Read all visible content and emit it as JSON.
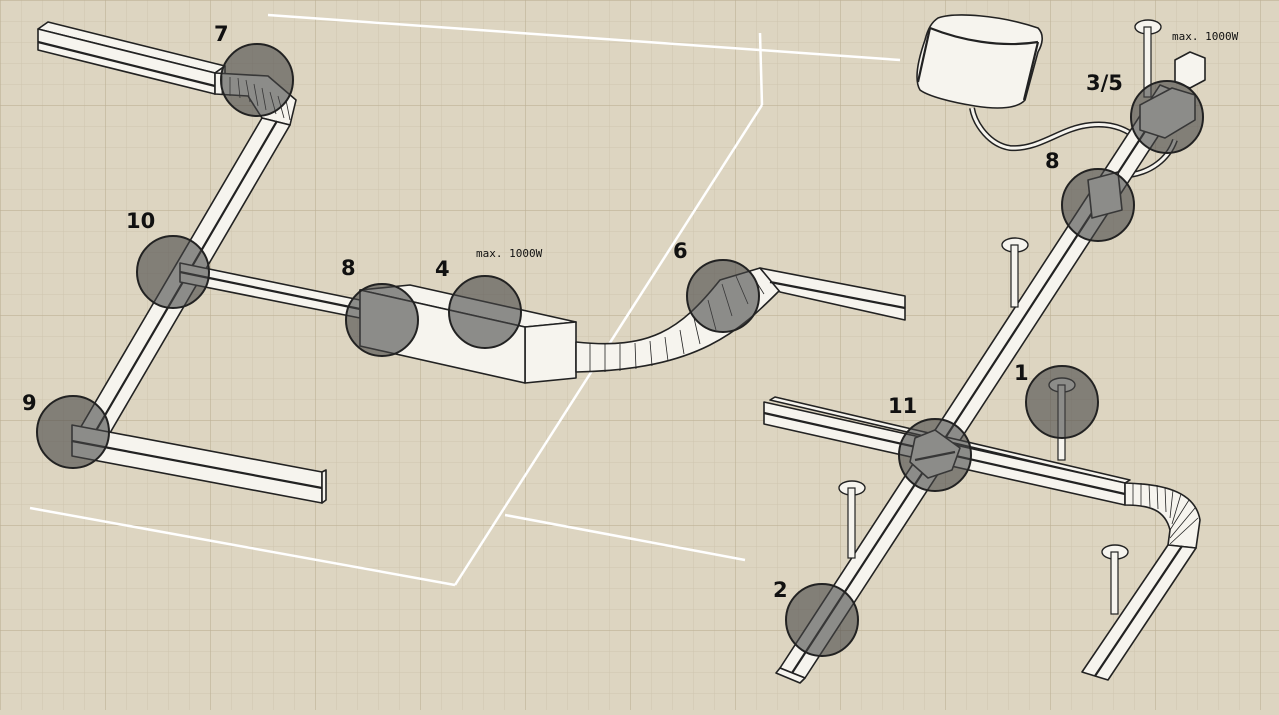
{
  "colors": {
    "background": "#ddd5c1",
    "grid_minor": "#cfc5ae",
    "grid_major": "#bdb196",
    "outline": "#ffffff",
    "track": "#f6f4ee",
    "callout": "#5a5a5a"
  },
  "labels": {
    "l7": "7",
    "l10": "10",
    "l9": "9",
    "l8_left": "8",
    "l4": "4",
    "l6": "6",
    "l35": "3/5",
    "l8_right": "8",
    "l1": "1",
    "l11": "11",
    "l2": "2",
    "power_left": "max. 1000W",
    "power_right": "max. 1000W"
  }
}
